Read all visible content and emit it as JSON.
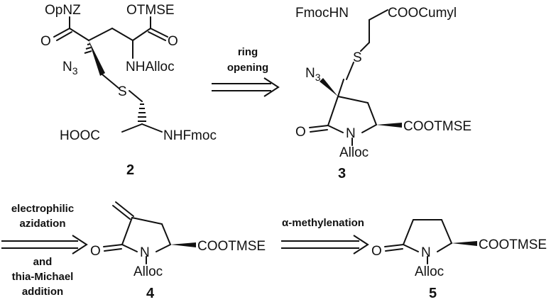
{
  "compounds": {
    "c2": {
      "number": "2",
      "labels": {
        "opnz": "OpNZ",
        "otmse": "OTMSE",
        "o_left": "O",
        "o_right": "O",
        "n3": "N",
        "n3_sub": "3",
        "nhalloc": "NHAlloc",
        "s": "S",
        "hooc": "HOOC",
        "nhfmoc": "NHFmoc"
      }
    },
    "c3": {
      "number": "3",
      "labels": {
        "fmochn": "FmocHN",
        "coocumyl": "COOCumyl",
        "s": "S",
        "n3": "N",
        "n3_sub": "3",
        "o": "O",
        "n": "N",
        "cootmse": "COOTMSE",
        "alloc": "Alloc"
      }
    },
    "c4": {
      "number": "4",
      "labels": {
        "o": "O",
        "n": "N",
        "cootmse": "COOTMSE",
        "alloc": "Alloc"
      }
    },
    "c5": {
      "number": "5",
      "labels": {
        "o": "O",
        "n": "N",
        "cootmse": "COOTMSE",
        "alloc": "Alloc"
      }
    }
  },
  "arrows": {
    "ring_opening": {
      "line1": "ring",
      "line2": "opening"
    },
    "azidation": {
      "line1": "electrophilic",
      "line2": "azidation",
      "line3": "and",
      "line4": "thia-Michael",
      "line5": "addition"
    },
    "methylenation": {
      "label": "α-methylenation"
    }
  }
}
